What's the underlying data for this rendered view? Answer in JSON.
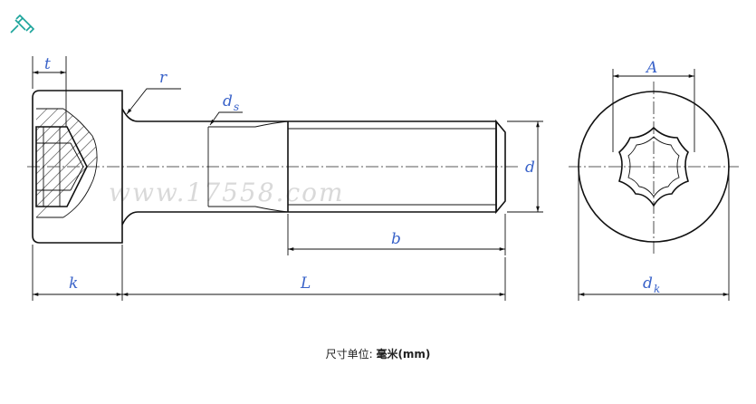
{
  "labels": {
    "t": "t",
    "r": "r",
    "ds_main": "d",
    "ds_sub": "s",
    "d": "d",
    "b": "b",
    "k": "k",
    "L": "L",
    "A": "A",
    "dk_main": "d",
    "dk_sub": "k"
  },
  "watermark": "www.17558.com",
  "caption": {
    "prefix": "尺寸单位:",
    "unit": "毫米(mm)"
  },
  "colors": {
    "label": "#3a63c9",
    "pin": "#1aa39a"
  },
  "icons": {
    "pin": "pushpin-icon"
  }
}
